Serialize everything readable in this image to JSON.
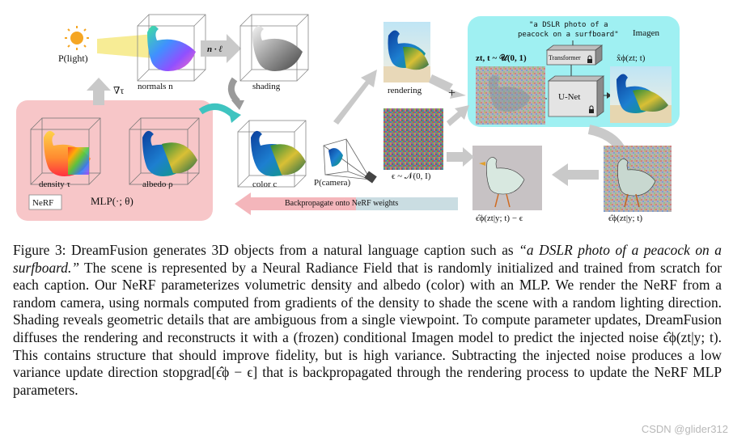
{
  "figure": {
    "light_label": "P(light)",
    "normals_label": "normals n",
    "ndotl_label": "n · ℓ",
    "shading_label": "shading",
    "grad_label": "∇τ",
    "density_label": "density τ",
    "albedo_label": "albedo ρ",
    "nerf_label": "NeRF",
    "mlp_label": "MLP(·; θ)",
    "color_label": "color c",
    "camera_label": "P(camera)",
    "rendering_label": "rendering",
    "noise_label": "ϵ ~ 𝒩(0, I)",
    "plus_label": "+",
    "prompt_line1": "\"a DSLR photo of a",
    "prompt_line2": "peacock on a surfboard\"",
    "imagen_label": "Imagen",
    "zt_label": "zt, t ~ 𝒰(0, 1)",
    "transformer_label": "Transformer",
    "unet_label": "U-Net",
    "xhat_label": "x̂ϕ(zt; t)",
    "backprop_label": "Backpropagate onto NeRF weights",
    "eps_diff_label": "ϵ̂ϕ(zt|y; t) − ϵ",
    "eps_hat_label": "ϵ̂ϕ(zt|y; t)"
  },
  "caption": {
    "part1": "Figure 3: DreamFusion generates 3D objects from a natural language caption such as ",
    "quote": "“a DSLR photo of a peacock on a surfboard.”",
    "part2": " The scene is represented by a Neural Radiance Field that is randomly initialized and trained from scratch for each caption. Our NeRF parameterizes volumetric density and albedo (color) with an MLP. We render the NeRF from a random camera, using normals computed from gradients of the density to shade the scene with a random lighting direction. Shading reveals geometric details that are ambiguous from a single viewpoint. To compute parameter updates, DreamFusion diffuses the rendering and reconstructs it with a (frozen) conditional Imagen model to predict the injected noise ϵ̂ϕ(zt|y; t). This contains structure that should improve fidelity, but is high variance. Subtracting the injected noise produces a low variance update direction stopgrad[ϵ̂ϕ − ϵ] that is backpropagated through the rendering process to update the NeRF MLP parameters."
  },
  "watermark": "CSDN @glider312",
  "colors": {
    "nerf_bg": "#f7c6c8",
    "imagen_bg": "#9ff0f2",
    "arrow_gray": "#c9c9c9",
    "sun": "#f5a623",
    "light_beam": "#f6ea8a",
    "backprop_arrow": "#f4b6bb"
  }
}
